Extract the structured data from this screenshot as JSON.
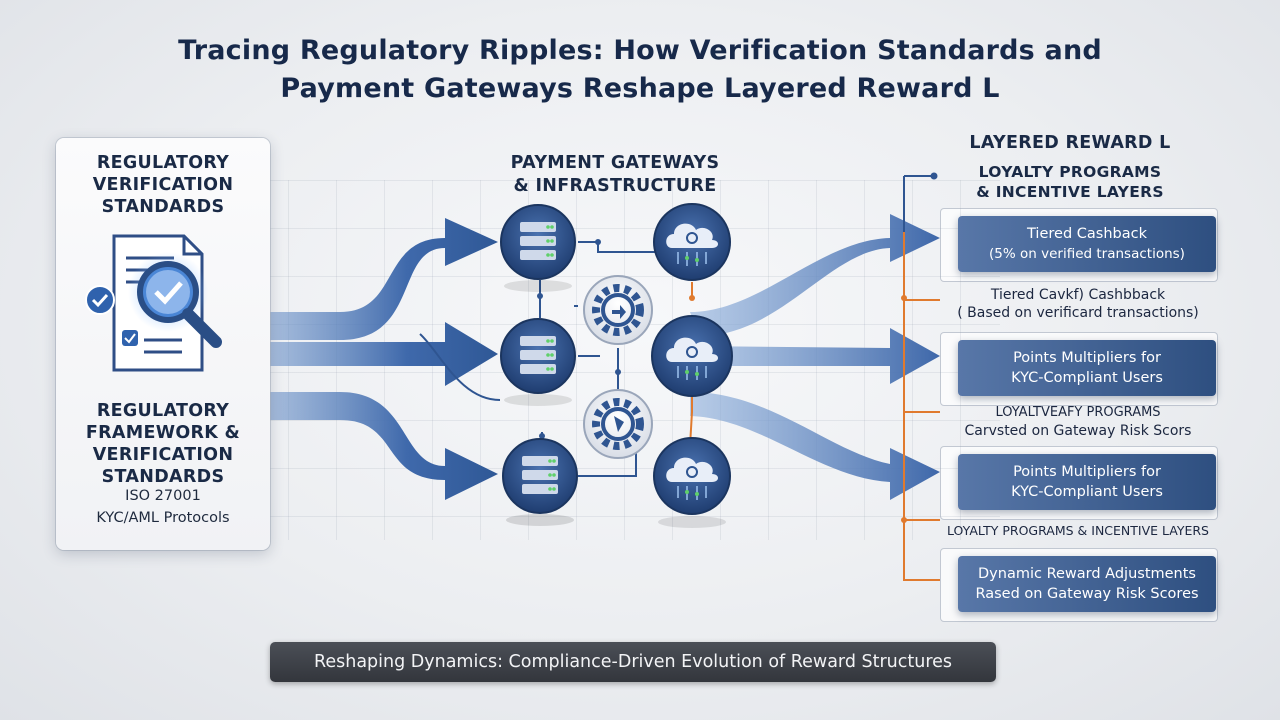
{
  "title": {
    "line1": "Tracing Regulatory Ripples: How Verification Standards and",
    "line2": "Payment Gateways Reshape Layered Reward L"
  },
  "left_panel": {
    "heading_top": [
      "REGULATORY",
      "VERIFICATION",
      "STANDARDS"
    ],
    "heading_bottom": [
      "REGULATORY",
      "FRAMEWORK &",
      "VERIFICATION",
      "STANDARDS"
    ],
    "lines": [
      "ISO 27001",
      "KYC/AML Protocols"
    ]
  },
  "middle": {
    "heading": [
      "PAYMENT GATEWAYS",
      "& INFRASTRUCTURE"
    ]
  },
  "right": {
    "heading": "LAYERED REWARD L",
    "subheading": [
      "LOYALTY PROGRAMS",
      "& INCENTIVE LAYERS"
    ],
    "card1": [
      "Tiered Cashback",
      "(5% on verified transactions)"
    ],
    "text1": [
      "Tiered Cavkf) Cashbback",
      "( Based on verificard transactions)"
    ],
    "card2": [
      "Points Multipliers for",
      "KYC-Compliant Users"
    ],
    "text2": [
      "LOYALTVEAFY PROGRAMS",
      "Carvsted on Gateway Risk Scors"
    ],
    "card3": [
      "Points Multipliers for",
      "KYC-Compliant Users"
    ],
    "text3": "LOYALTY PROGRAMS & INCENTIVE LAYERS",
    "card4": [
      "Dynamic Reward Adjustments",
      "Rased on Gateway Risk Scores"
    ]
  },
  "caption": "Reshaping Dynamics: Compliance-Driven Evolution of Reward Structures",
  "colors": {
    "navy": "#17294a",
    "arrow_blue": "#3a64a6",
    "node_blue": "#2f5591",
    "connector_orange": "#e07a2e",
    "card_blue": "#3b5a8c",
    "caption_bg": "#3d4047"
  },
  "icons": {
    "document": "document-check-icon",
    "magnifier": "magnifier-check-icon",
    "server": "server-rack-icon",
    "cloud": "cloud-network-icon",
    "gear": "gear-icon"
  }
}
